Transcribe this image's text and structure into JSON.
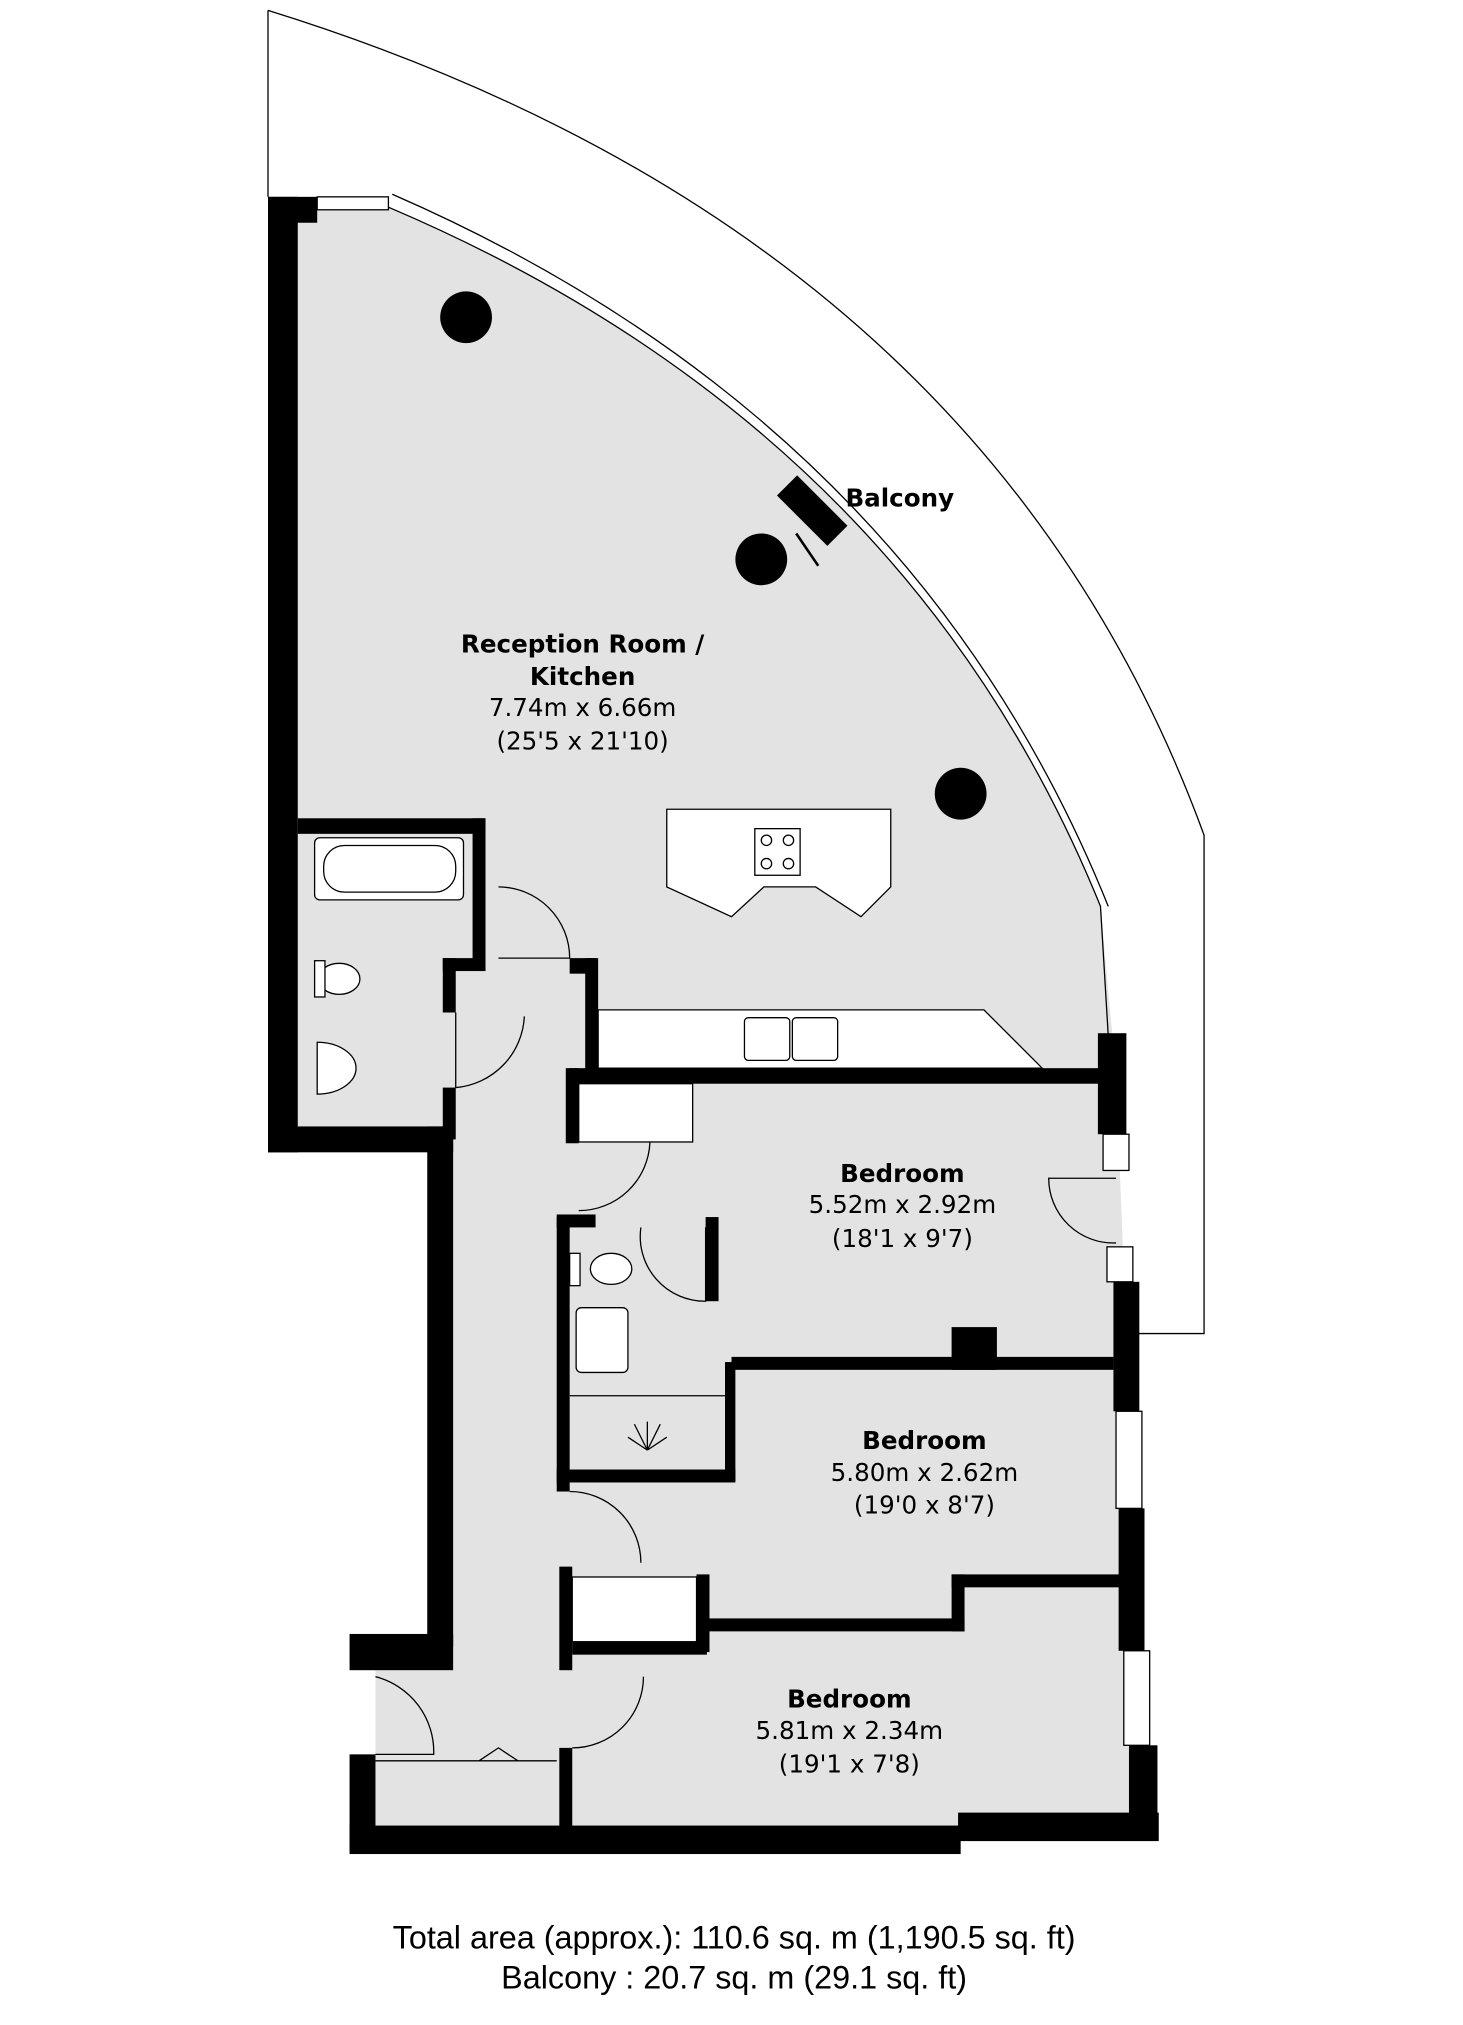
{
  "rooms": {
    "balcony": {
      "name": "Balcony"
    },
    "reception": {
      "name_line1": "Reception Room /",
      "name_line2": "Kitchen",
      "metric": "7.74m x 6.66m",
      "imperial": "(25'5 x 21'10)"
    },
    "bedroom1": {
      "name": "Bedroom",
      "metric": "5.52m x 2.92m",
      "imperial": "(18'1 x 9'7)"
    },
    "bedroom2": {
      "name": "Bedroom",
      "metric": "5.80m x 2.62m",
      "imperial": "(19'0 x 8'7)"
    },
    "bedroom3": {
      "name": "Bedroom",
      "metric": "5.81m x 2.34m",
      "imperial": "(19'1 x 7'8)"
    }
  },
  "summary": {
    "total_area": "Total area (approx.): 110.6 sq. m (1,190.5 sq. ft)",
    "balcony_area": "Balcony : 20.7 sq. m (29.1 sq. ft)"
  },
  "colors": {
    "floor": "#e3e3e3",
    "wall": "#000000",
    "background": "#ffffff"
  }
}
